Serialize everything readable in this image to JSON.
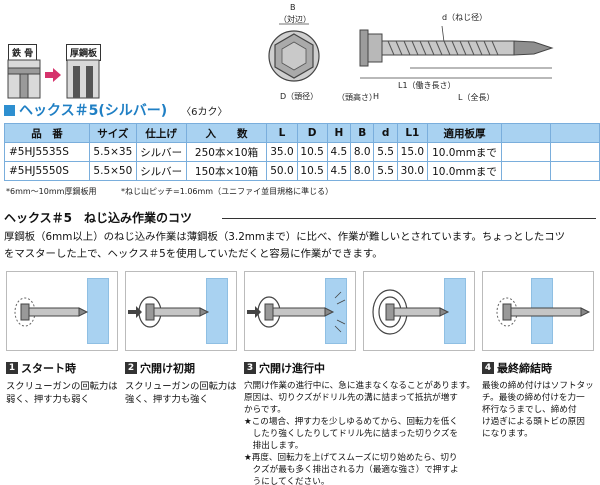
{
  "illustration": {
    "mat_steel": "鉄 骨",
    "mat_plate": "厚鋼板",
    "dim_b": "B",
    "dim_b_sub": "（対辺）",
    "dim_d": "D（頭径）",
    "dim_d_small": "d（ねじ径）",
    "dim_h_sub": "（頭高さ）",
    "dim_h": "H",
    "dim_l1": "L1（働き長さ）",
    "dim_l": "L（全長）"
  },
  "product": {
    "title": "ヘックス＃5(シルバー)",
    "subtitle": "〈6カク〉"
  },
  "table": {
    "headers": [
      "品　番",
      "サイズ",
      "仕上げ",
      "入　　数",
      "L",
      "D",
      "H",
      "B",
      "d",
      "L1",
      "適用板厚",
      "",
      ""
    ],
    "rows": [
      [
        "#5HJ5535S",
        "5.5×35",
        "シルバー",
        "250本×10箱",
        "35.0",
        "10.5",
        "4.5",
        "8.0",
        "5.5",
        "15.0",
        "10.0mmまで",
        "",
        ""
      ],
      [
        "#5HJ5550S",
        "5.5×50",
        "シルバー",
        "150本×10箱",
        "50.0",
        "10.5",
        "4.5",
        "8.0",
        "5.5",
        "30.0",
        "10.0mmまで",
        "",
        ""
      ]
    ],
    "footnote_1": "*6mm〜10mm厚鋼板用",
    "footnote_2": "*ねじ山ピッチ=1.06mm（ユニファイ並目規格に準じる）"
  },
  "tips": {
    "heading": "ヘックス＃5　ねじ込み作業のコツ",
    "paragraph_1": "厚鋼板（6mm以上）のねじ込み作業は薄鋼板（3.2mmまで）に比べ、作業が難しいとされています。ちょっとしたコツ",
    "paragraph_2": "をマスターした上で、ヘックス＃5を使用していただくと容易に作業ができます。"
  },
  "steps": [
    {
      "num": "1",
      "title": "スタート時",
      "lines": [
        "スクリューガンの回転力は",
        "弱く、押す力も弱く"
      ]
    },
    {
      "num": "2",
      "title": "穴開け初期",
      "lines": [
        "スクリューガンの回転力は",
        "強く、押す力も強く"
      ]
    },
    {
      "num": "3",
      "title": "穴開け進行中",
      "lines": [
        "穴開け作業の進行中に、急に進まなくなることがあります。",
        "原因は、切りクズがドリル先の溝に詰まって抵抗が増す",
        "からです。",
        "★この場合、押す力を少しゆるめてから、回転力を低く",
        "　したり強くしたりしてドリル先に詰まった切りクズを",
        "　排出します。",
        "★再度、回転力を上げてスムーズに切り始めたら、切り",
        "　クズが最も多く排出される力（最適な強さ）で押すよ",
        "　うにしてください。"
      ]
    },
    {
      "num": "4",
      "title": "最終締結時",
      "lines": [
        "最後の締め付けはソフトタッ",
        "チ。最後の締め付けを力一",
        "杯行なうまでし、締め付",
        "け過ぎによる頭トビの原因",
        "になります。"
      ]
    }
  ],
  "colors": {
    "accent_blue": "#1f7fc4",
    "header_blue": "#a9d2f1",
    "wall_blue": "#a9d2f1"
  }
}
